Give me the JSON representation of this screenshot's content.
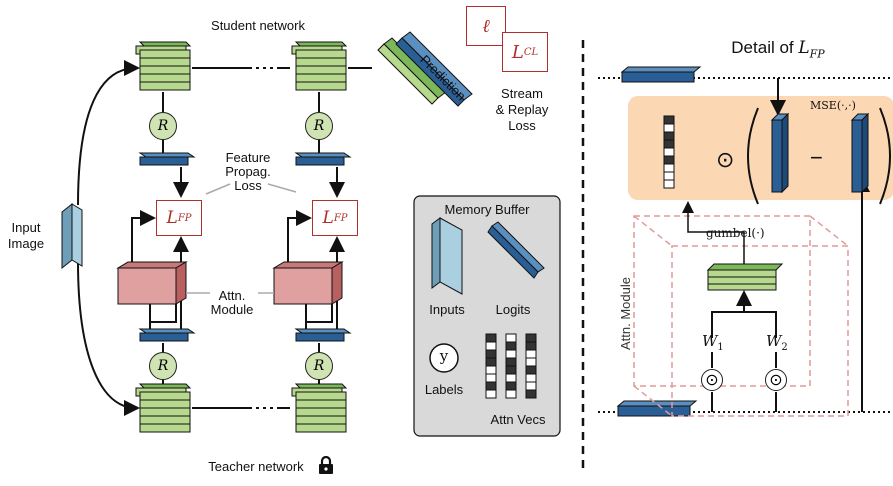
{
  "labels": {
    "student_network": "Student network",
    "teacher_network": "Teacher network",
    "input_image_line1": "Input",
    "input_image_line2": "Image",
    "feature_loss_line1": "Feature",
    "feature_loss_line2": "Propag.",
    "feature_loss_line3": "Loss",
    "attn_module_line1": "Attn.",
    "attn_module_line2": "Module",
    "prediction": "Prediction",
    "stream_line1": "Stream",
    "stream_line2": "& Replay",
    "stream_line3": "Loss",
    "memory_buffer": "Memory Buffer",
    "inputs": "Inputs",
    "logits": "Logits",
    "labels_text": "Labels",
    "attn_vecs": "Attn Vecs",
    "label_symbol": "y",
    "detail_title_prefix": "Detail of ",
    "mse": "MSE(·,·)",
    "gumbel": "gumbel(·)",
    "attn_module_vertical": "Attn. Module",
    "w1": "W",
    "w1_sub": "1",
    "w2": "W",
    "w2_sub": "2",
    "l_fp": "L",
    "l_fp_sub": "FP",
    "l_cl": "L",
    "l_cl_sub": "CL",
    "ell": "ℓ",
    "r_symbol": "R",
    "odot": "⊙",
    "minus": "−"
  },
  "colors": {
    "green": "#b6d98e",
    "green_dark": "#7bb85a",
    "blue": "#2a5f96",
    "blue_light": "#a9cfe0",
    "red_box": "#e0a0a0",
    "orange_bg": "#fbd7b4",
    "loss_red": "#b0302b",
    "gray_panel": "#d9d9d9",
    "pink_dash": "#e49a9a"
  }
}
